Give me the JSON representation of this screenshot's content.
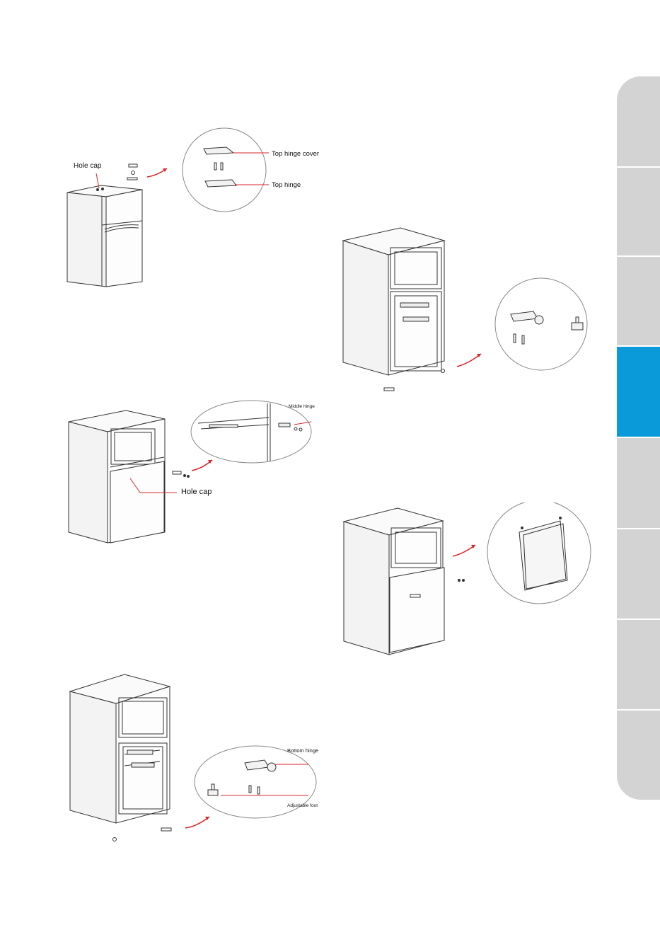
{
  "labels": {
    "hole_cap_top": "Hole cap",
    "top_hinge_cover": "Top hinge cover",
    "top_hinge": "Top hinge",
    "middle_hinge": "Middle hinge",
    "hole_cap_middle": "Hole cap",
    "bottom_hinge": "Bottom hinge",
    "adjustable_foot": "Adjustable foot"
  },
  "side_tabs": {
    "count": 8,
    "active_index": 3
  },
  "colors": {
    "tab_gray": "#d3d3d3",
    "tab_active": "#0a99d9",
    "leader_red": "#d9262c"
  }
}
